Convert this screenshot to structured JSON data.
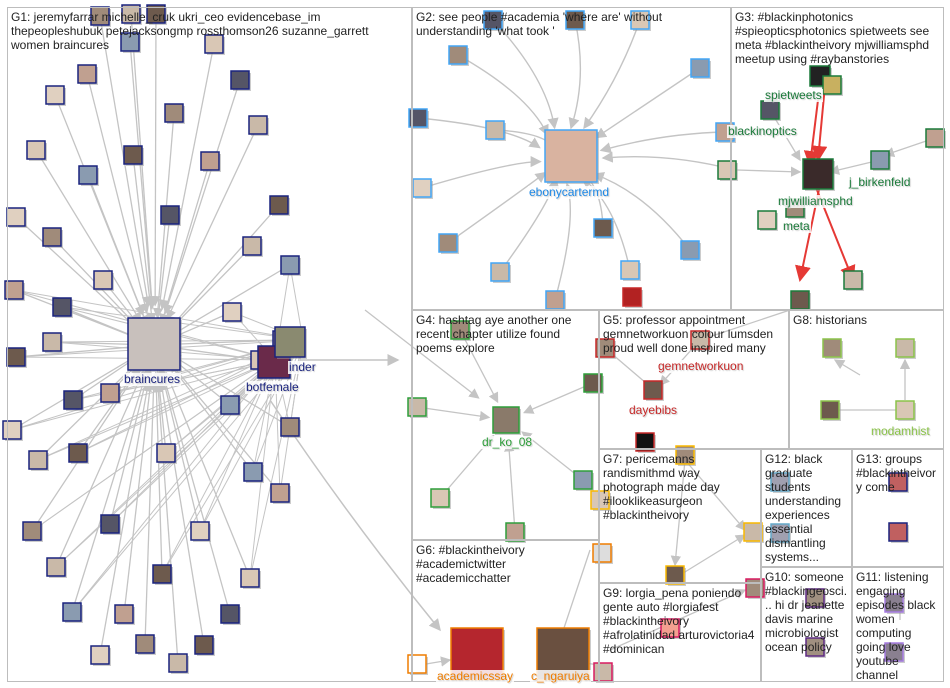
{
  "groups": [
    {
      "id": "G1",
      "label": "G1: jeremyfarrar michelle_cruk ukri_ceo evidencebase_im thepeopleshubuk petejacksongmp rossthomson26 suzanne_garrett women braincures"
    },
    {
      "id": "G2",
      "label": "G2: see people #academia 'where are' without understanding 'what took '"
    },
    {
      "id": "G3",
      "label": "G3: #blackinphotonics #spieopticsphotonics spietweets see meta #blackintheivory mjwilliamsphd meetup using #raybanstories"
    },
    {
      "id": "G4",
      "label": "G4: hashtag aye another one recent chapter utilize found poems explore"
    },
    {
      "id": "G5",
      "label": "G5: professor appointment gemnetworkuon colour lumsden proud well done inspired many"
    },
    {
      "id": "G8",
      "label": "G8: historians"
    },
    {
      "id": "G7",
      "label": "G7: pericemanns randismithmd way photograph made day #ilooklikeasurgeon #blackintheivory"
    },
    {
      "id": "G12",
      "label": "G12: black graduate students understanding experiences essential dismantling systems..."
    },
    {
      "id": "G13",
      "label": "G13: groups #blackintheivory come"
    },
    {
      "id": "G9",
      "label": "G9: lorgia_pena poniendo gente auto #lorgiafest #blackintheivory #afrolatinidad arturovictoria4 #dominican"
    },
    {
      "id": "G10",
      "label": "G10: someone #blackingeosci... hi dr jeanette davis marine microbiologist ocean policy"
    },
    {
      "id": "G11",
      "label": "G11: listening engaging episodes black women computing going love youtube channel"
    },
    {
      "id": "G6",
      "label": "G6: #blackintheivory #academictwitter #academicchatter"
    }
  ],
  "node_labels": [
    {
      "text": "braincures",
      "color": "#1a237e"
    },
    {
      "text": "botfemale",
      "color": "#1a237e"
    },
    {
      "text": "inder",
      "color": "#1a237e"
    },
    {
      "text": "ebonycartermd",
      "color": "#1e88e5"
    },
    {
      "text": "spietweets",
      "color": "#1b7a3a"
    },
    {
      "text": "blackinoptics",
      "color": "#1b7a3a"
    },
    {
      "text": "mjwilliamsphd",
      "color": "#1b7a3a"
    },
    {
      "text": "meta",
      "color": "#1b7a3a"
    },
    {
      "text": "j_birkenfeld",
      "color": "#1b7a3a"
    },
    {
      "text": "dr_ko_08",
      "color": "#2e9e3a"
    },
    {
      "text": "gemnetworkuon",
      "color": "#c62828"
    },
    {
      "text": "dayebibs",
      "color": "#c62828"
    },
    {
      "text": "modamhist",
      "color": "#8bc34a"
    },
    {
      "text": "academicssay",
      "color": "#ef7d00"
    },
    {
      "text": "c_ngaruiya",
      "color": "#ef7d00"
    }
  ],
  "colors": {
    "G1": "#1a237e",
    "G2": "#42a5f5",
    "G3": "#1b7a3a",
    "G4": "#2e9e3a",
    "G5": "#c62828",
    "G6": "#ef7d00",
    "G7": "#f9b800",
    "G8": "#8bc34a",
    "G9": "#d81b60",
    "G10": "#5e2a84",
    "G11": "#a57be0",
    "G12": "#64a8c8",
    "G13": "#1a237e",
    "edge": "#c4c4c4",
    "red_edge": "#e53935"
  }
}
